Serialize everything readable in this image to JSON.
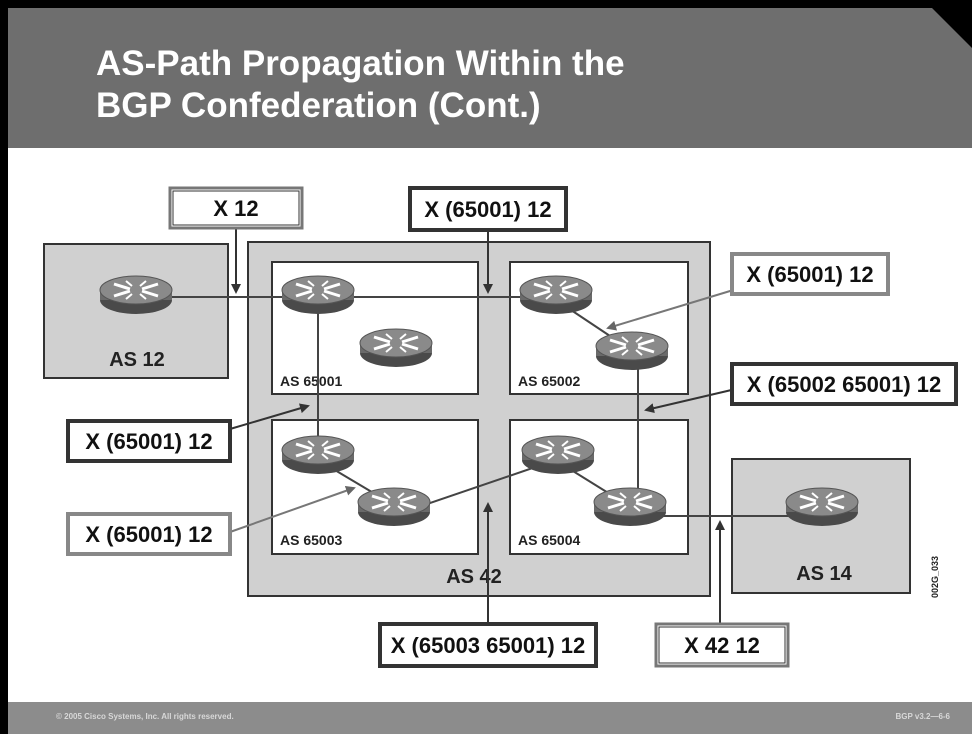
{
  "title": {
    "line1": "AS-Path Propagation Within the",
    "line2": "BGP Confederation (Cont.)"
  },
  "footer": {
    "copyright": "© 2005 Cisco Systems, Inc. All rights reserved.",
    "course": "BGP v3.2—6-6"
  },
  "diagram": {
    "as12": "AS 12",
    "as14": "AS 14",
    "as42": "AS 42",
    "as65001": "AS 65001",
    "as65002": "AS 65002",
    "as65003": "AS 65003",
    "as65004": "AS 65004",
    "figure_id": "002G_033"
  },
  "updates": {
    "top_left": "X 12",
    "top_center": "X (65001) 12",
    "right_upper": "X (65001) 12",
    "right_mid": "X (65002 65001) 12",
    "left_mid": "X (65001) 12",
    "left_low": "X (65001) 12",
    "bottom_center": "X (65003 65001) 12",
    "bottom_right": "X 42 12"
  },
  "colors": {
    "title_bar": "#6e6e6e",
    "as_fill": "#d0d0d0",
    "footer": "#8c8c8c",
    "router": "#7d7d7d"
  }
}
